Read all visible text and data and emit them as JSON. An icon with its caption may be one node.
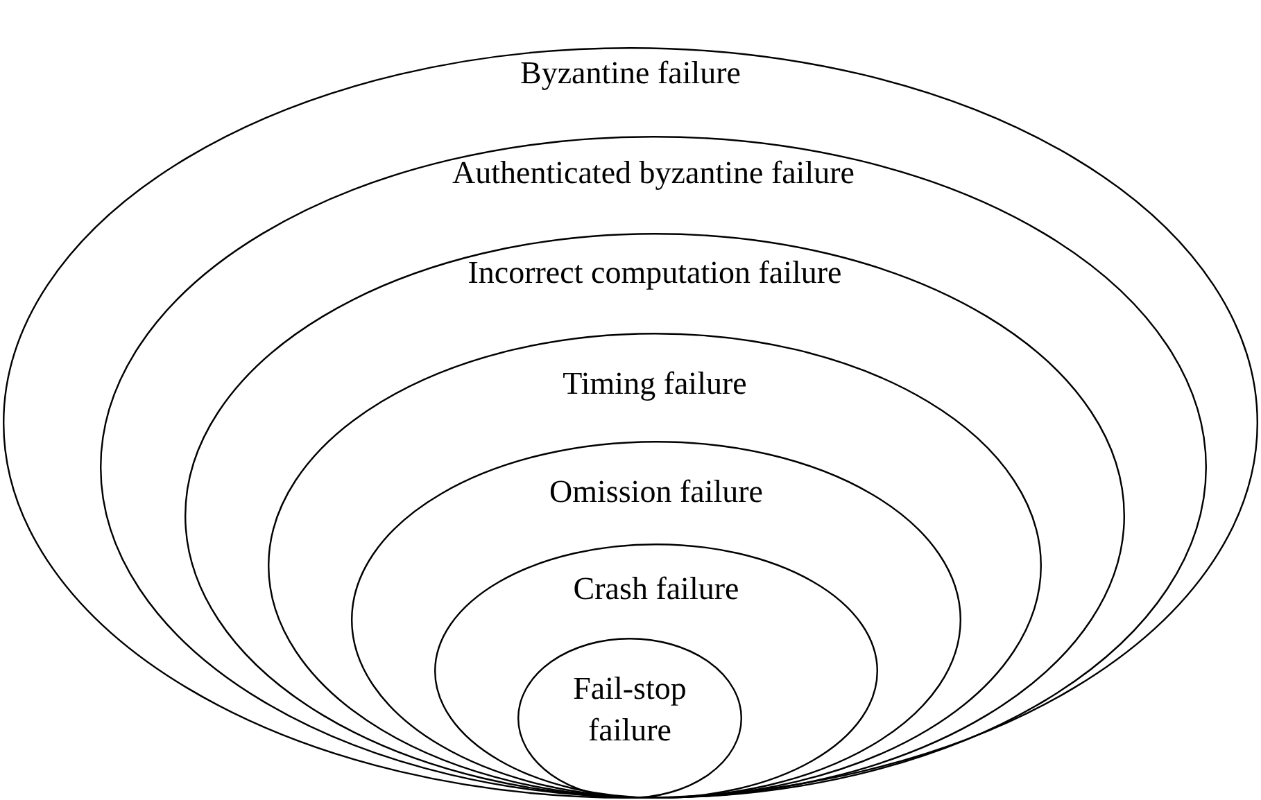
{
  "diagram": {
    "nodes": [
      {
        "text": [
          "Byzantine failure"
        ]
      },
      {
        "text": [
          "Authenticated byzantine failure"
        ],
        "in": 0
      },
      {
        "text": [
          "Incorrect computation failure"
        ],
        "in": 1
      },
      {
        "text": [
          "Timing failure"
        ],
        "in": 2
      },
      {
        "text": [
          "Omission failure"
        ],
        "in": 3
      },
      {
        "text": [
          "Crash failure"
        ],
        "in": 4
      },
      {
        "text": [
          "Fail-stop failure"
        ],
        "in": 5
      }
    ]
  }
}
